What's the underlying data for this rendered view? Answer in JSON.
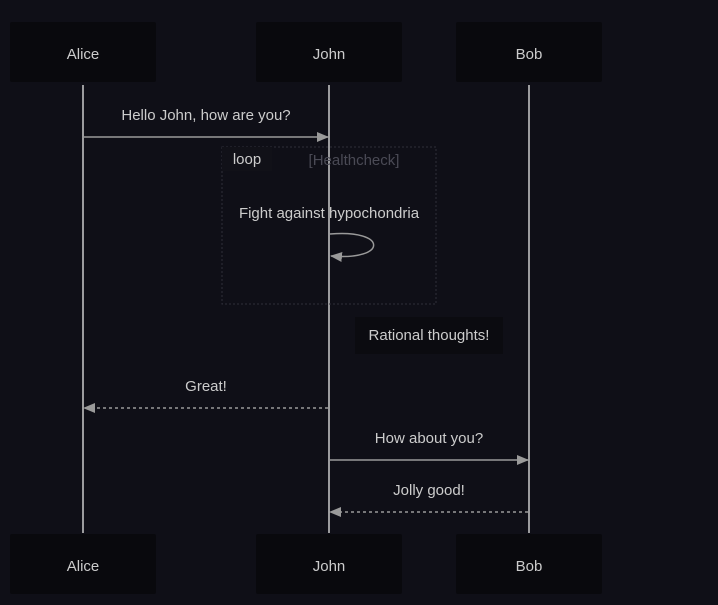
{
  "colors": {
    "background": "#0f0f17",
    "actor_box": "#09090d",
    "actor_text": "#cccccc",
    "lifeline": "#cccccc",
    "message_line": "#9a9a9a",
    "message_text": "#cccccc",
    "loop_border": "#2f2f3a",
    "loop_label_bg": "#111118",
    "loop_condition_text": "#4a4a55",
    "note_bg": "#0b0b10",
    "note_text": "#cccccc"
  },
  "actors": [
    {
      "id": "alice",
      "label": "Alice"
    },
    {
      "id": "john",
      "label": "John"
    },
    {
      "id": "bob",
      "label": "Bob"
    }
  ],
  "messages": [
    {
      "from": "alice",
      "to": "john",
      "label": "Hello John, how are you?",
      "style": "solid"
    },
    {
      "from": "john",
      "to": "john",
      "label": "Fight against hypochondria",
      "style": "solid"
    },
    {
      "from": "john",
      "to": "alice",
      "label": "Great!",
      "style": "dashed"
    },
    {
      "from": "john",
      "to": "bob",
      "label": "How about you?",
      "style": "solid"
    },
    {
      "from": "bob",
      "to": "john",
      "label": "Jolly good!",
      "style": "dashed"
    }
  ],
  "loop": {
    "label": "loop",
    "condition": "[Healthcheck]"
  },
  "note": {
    "over": "john",
    "label": "Rational thoughts!"
  }
}
